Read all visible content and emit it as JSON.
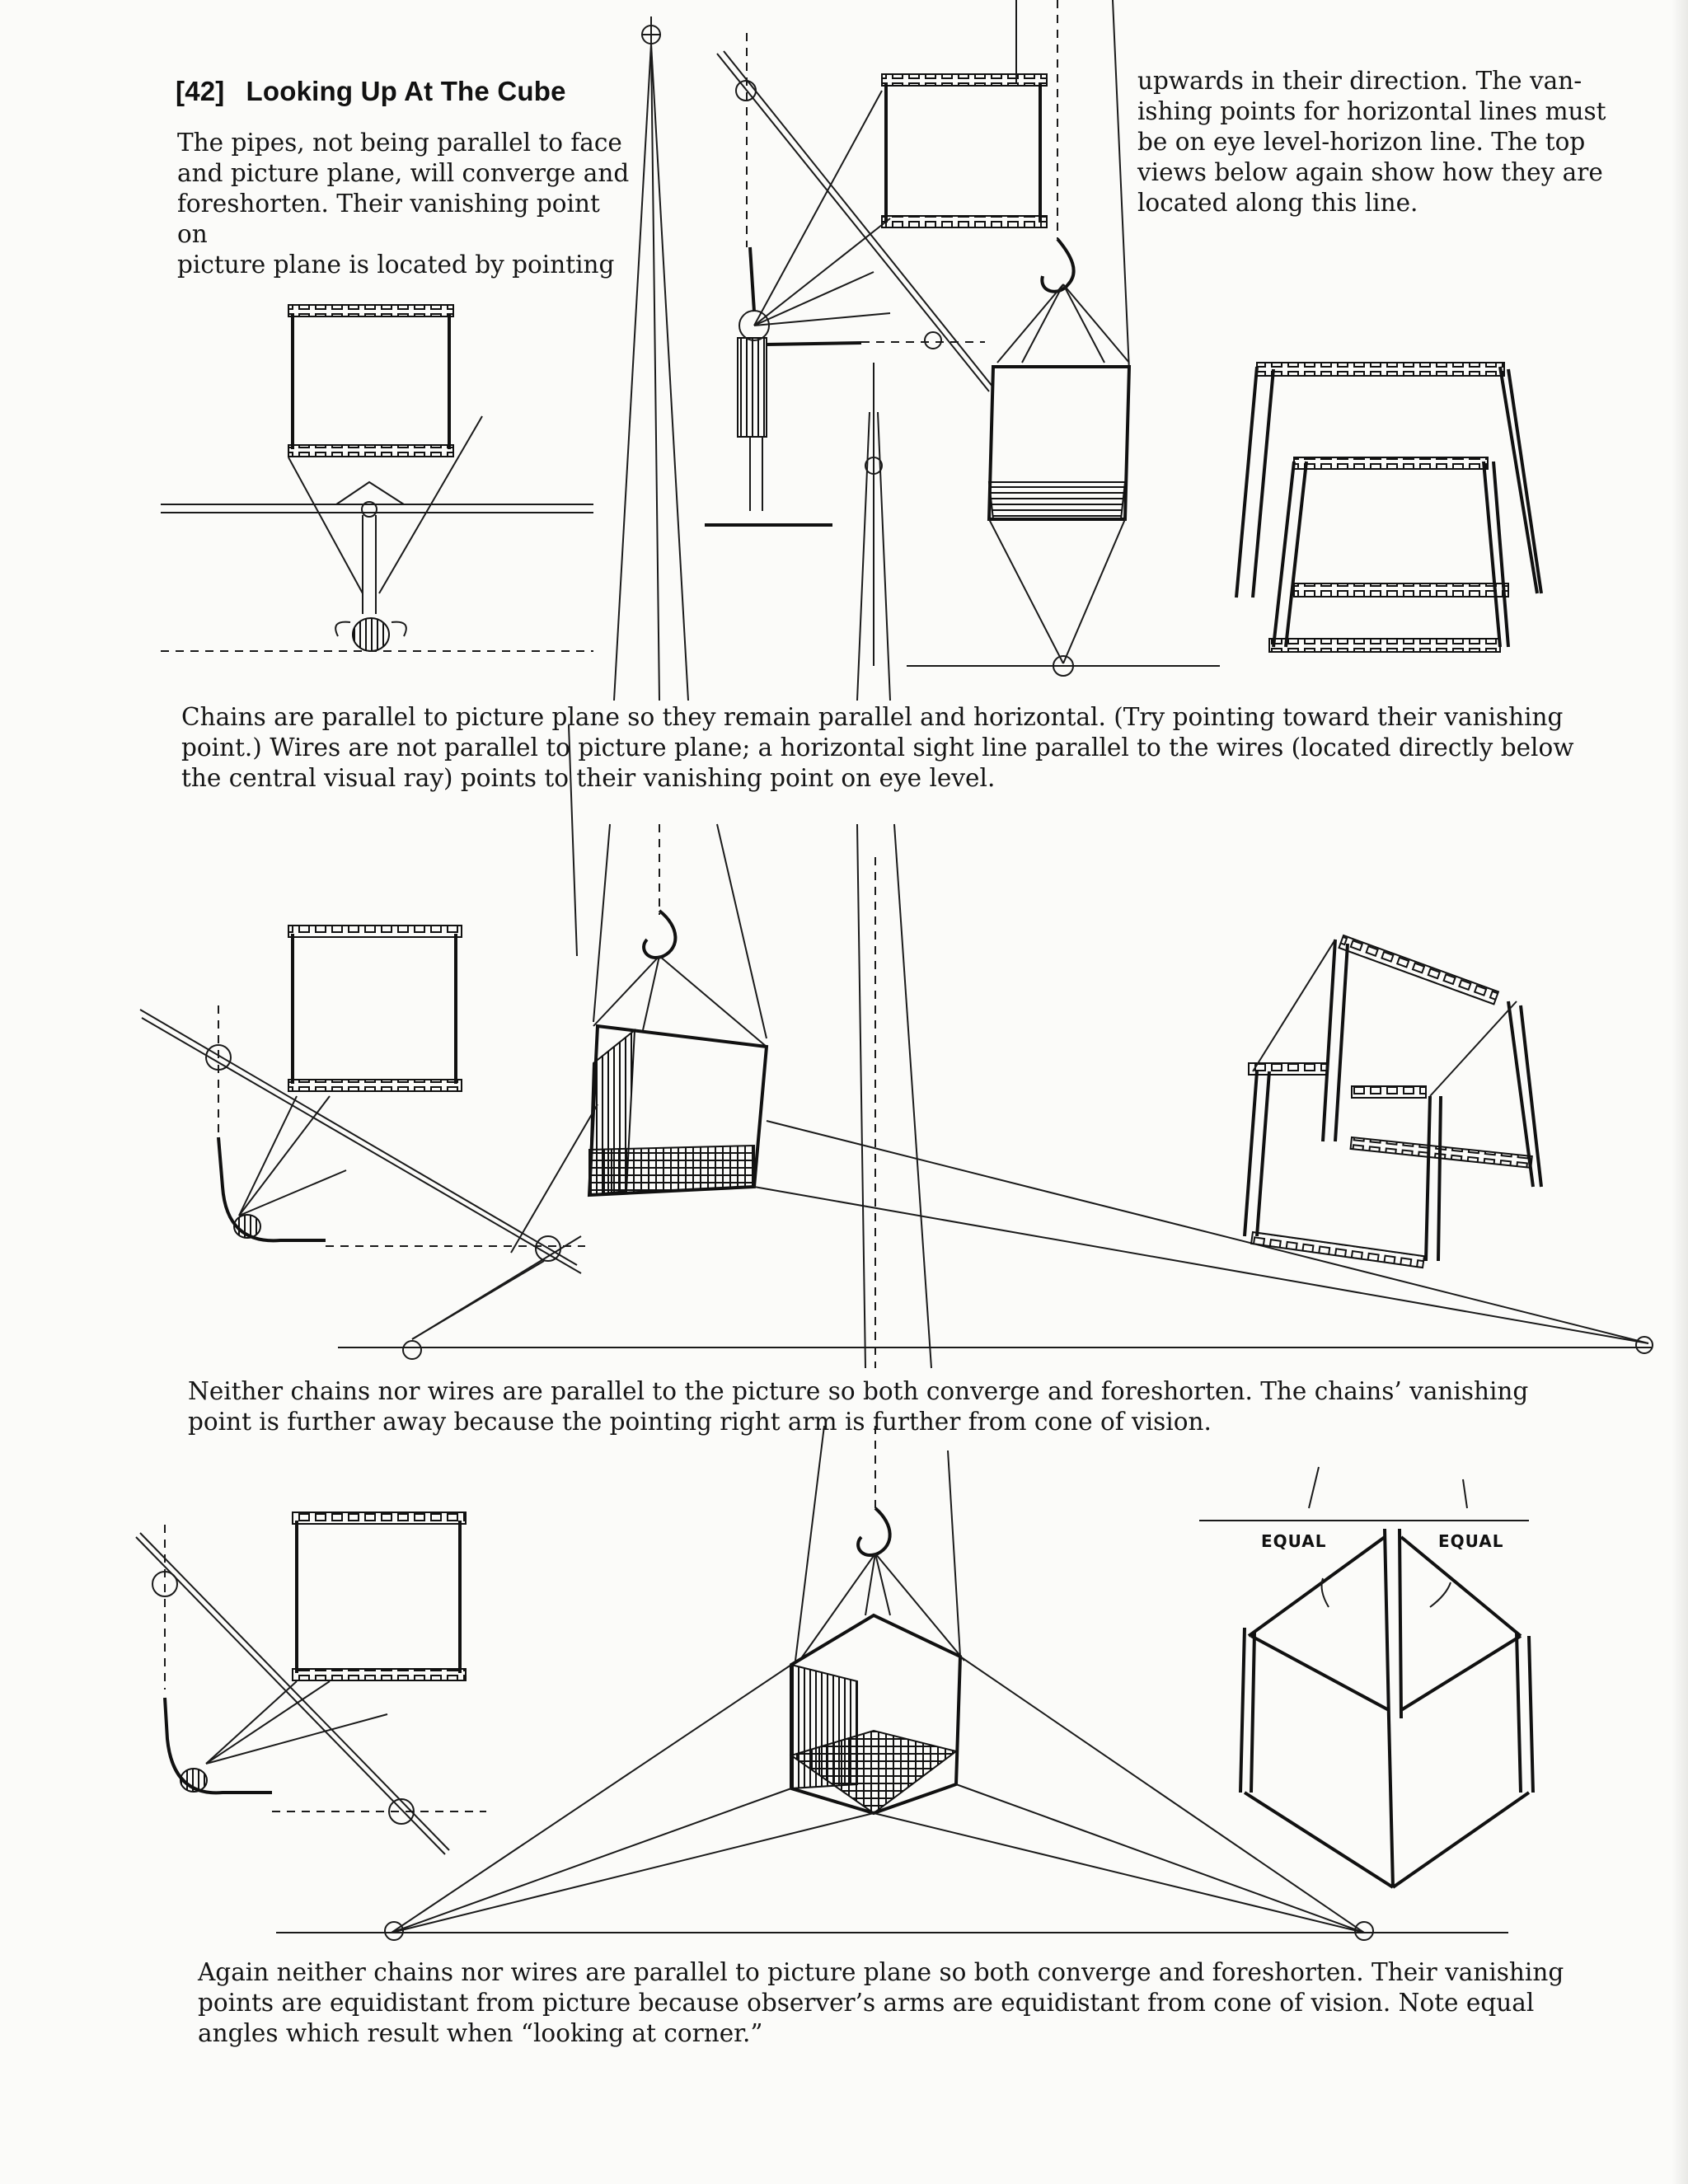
{
  "header": {
    "number": "[42]",
    "title": "Looking Up At The Cube"
  },
  "intro": {
    "left_lines": [
      "The pipes, not being parallel to face",
      "and picture plane, will converge and",
      "foreshorten. Their vanishing point on",
      "picture plane is located by pointing"
    ],
    "right_lines": [
      "upwards in their direction. The van-",
      "ishing points for horizontal lines must",
      "be on eye level-horizon line. The top",
      "views below again show how they are",
      "located along this line."
    ]
  },
  "captions": {
    "first": "Chains are parallel to picture plane so they remain parallel and horizontal. (Try pointing toward their vanishing point.) Wires are not parallel to picture plane; a horizontal sight line parallel to the wires (located directly below the central visual ray) points to their vanishing point on eye level.",
    "second": "Neither chains nor wires are parallel to the picture so both converge and foreshorten. The chains’ vanishing point is further away because the pointing right arm is further from cone of vision.",
    "third": "Again neither chains nor wires are parallel to picture plane so both converge and foreshorten. Their vanishing points are equidistant from picture because observer’s arms are equidistant from cone of vision. Note equal angles which result when “looking at corner.”"
  },
  "diagram_labels": {
    "equal_left": "EQUAL",
    "equal_right": "EQUAL"
  },
  "colors": {
    "ink": "#151515",
    "paper": "#fbfbf9"
  }
}
